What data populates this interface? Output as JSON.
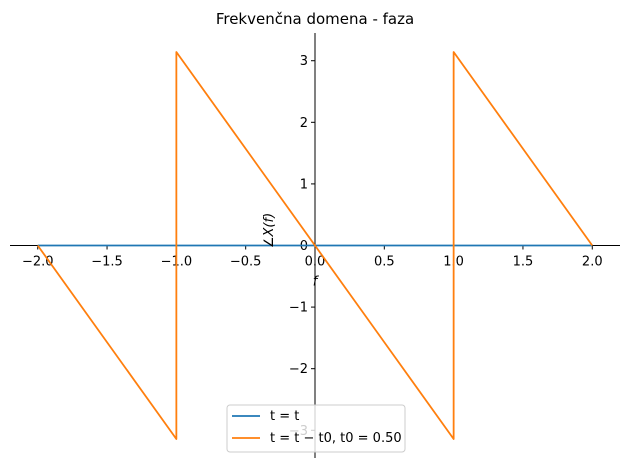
{
  "chart_data": {
    "type": "line",
    "title": "Frekvenčna domena - faza",
    "xlabel": "f",
    "ylabel": "∠X(f)",
    "xlim": [
      -2.2,
      2.2
    ],
    "ylim": [
      -3.45,
      3.45
    ],
    "xticks": [
      -2.0,
      -1.5,
      -1.0,
      -0.5,
      0.0,
      0.5,
      1.0,
      1.5,
      2.0
    ],
    "xtick_labels": [
      "−2.0",
      "−1.5",
      "−1.0",
      "−0.5",
      "0.0",
      "0.5",
      "1.0",
      "1.5",
      "2.0"
    ],
    "yticks": [
      -3,
      -2,
      -1,
      0,
      1,
      2,
      3
    ],
    "ytick_labels": [
      "−3",
      "−2",
      "−1",
      "0",
      "1",
      "2",
      "3"
    ],
    "grid": false,
    "legend_position": "bottom-center",
    "series": [
      {
        "name": "t = t",
        "color": "#1f77b4",
        "x": [
          -2.0,
          2.0
        ],
        "y": [
          0,
          0
        ]
      },
      {
        "name": "t = t − t0, t0 = 0.50",
        "color": "#ff7f0e",
        "x": [
          -2.0,
          -1.0,
          -1.0,
          1.0,
          1.0,
          2.0
        ],
        "y": [
          0,
          -3.1416,
          3.1416,
          -3.1416,
          3.1416,
          0
        ]
      }
    ]
  }
}
